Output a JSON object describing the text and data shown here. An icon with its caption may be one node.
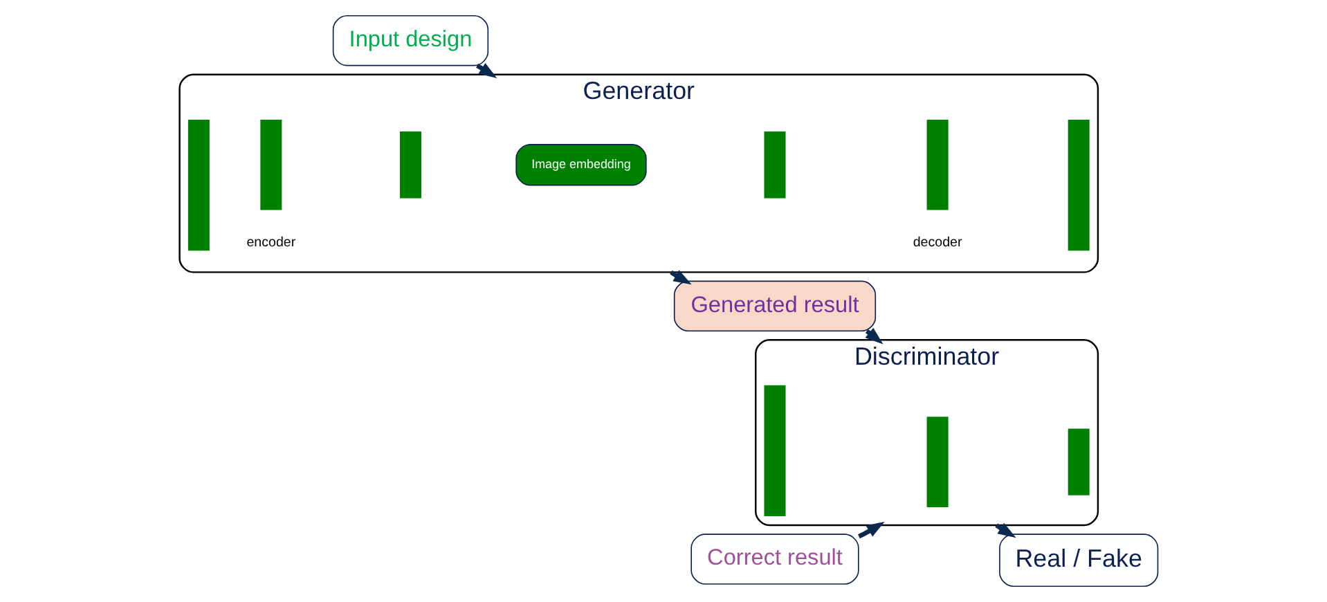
{
  "diagram": {
    "nodes": [
      {
        "text": [
          "Input design"
        ]
      },
      {
        "text": [
          "Generator"
        ]
      },
      {
        "text": [],
        "shape": "bar",
        "in": 1
      },
      {
        "text": [],
        "shape": "bar",
        "in": 1
      },
      {
        "text": [],
        "shape": "bar",
        "in": 1
      },
      {
        "text": [
          "Image embedding"
        ],
        "in": 1
      },
      {
        "text": [],
        "shape": "bar",
        "in": 1
      },
      {
        "text": [],
        "shape": "bar",
        "in": 1
      },
      {
        "text": [],
        "shape": "bar",
        "in": 1
      },
      {
        "text": [
          "Generated result"
        ]
      },
      {
        "text": [
          "Correct result"
        ]
      },
      {
        "text": [
          "Discriminator"
        ]
      },
      {
        "text": [],
        "shape": "bar",
        "in": 11
      },
      {
        "text": [],
        "shape": "bar",
        "in": 11
      },
      {
        "text": [],
        "shape": "bar",
        "in": 11
      },
      {
        "text": [
          "Real / Fake"
        ]
      }
    ],
    "edges": [
      {
        "from": 0,
        "to": 1,
        "arrow": "to"
      },
      {
        "from": 1,
        "to": 9,
        "arrow": "to"
      },
      {
        "from": 9,
        "to": 11,
        "arrow": "to"
      },
      {
        "from": 10,
        "to": 11,
        "arrow": "to"
      },
      {
        "from": 11,
        "to": 15,
        "arrow": "to"
      }
    ],
    "labels": [
      "encoder",
      "decoder"
    ]
  }
}
